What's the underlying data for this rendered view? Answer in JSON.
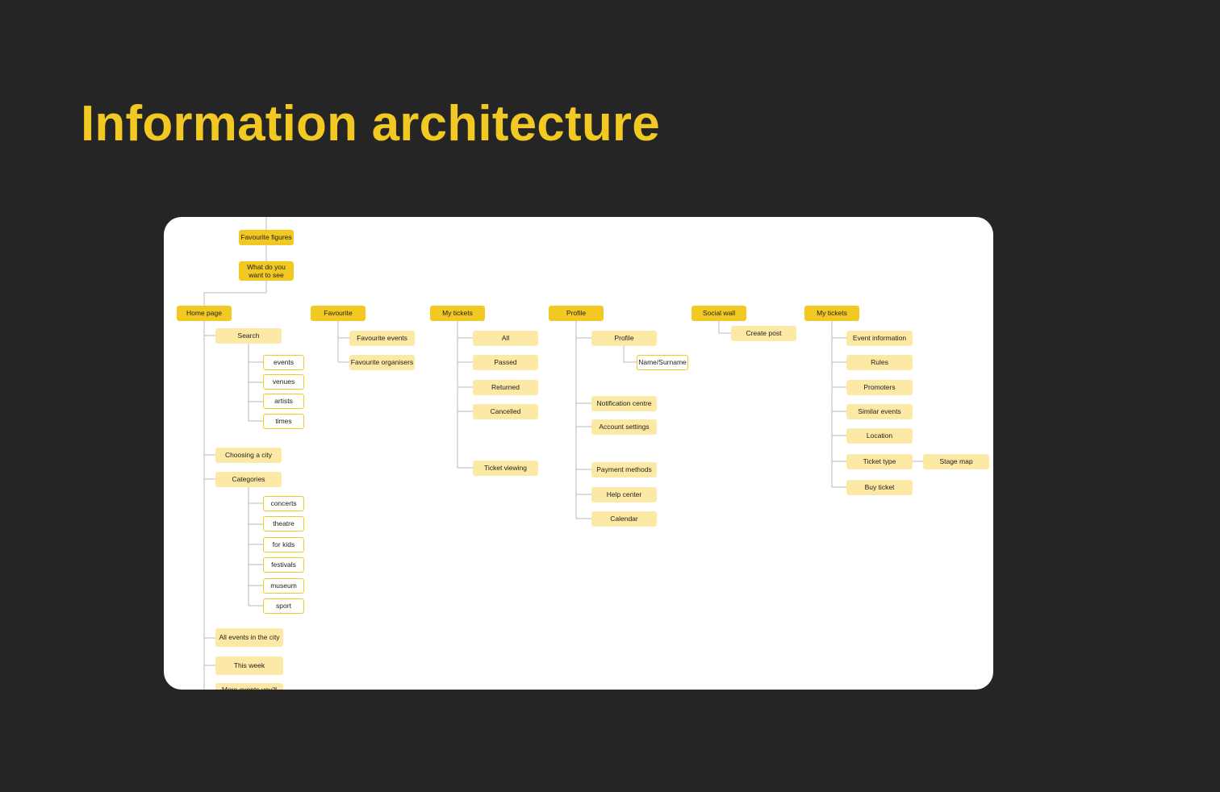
{
  "page": {
    "title": "Information architecture"
  },
  "diagram": {
    "onboarding": {
      "favourite_figures": "Favourite figures",
      "what_do_you_want": "What do you want to see"
    },
    "home": {
      "label": "Home page",
      "search": "Search",
      "search_items": [
        "events",
        "venues",
        "artists",
        "times"
      ],
      "choosing_city": "Choosing a city",
      "categories": "Categories",
      "category_items": [
        "concerts",
        "theatre",
        "for kids",
        "festivals",
        "museum",
        "sport"
      ],
      "all_events": "All events in the city",
      "this_week": "This week",
      "more_events": "More events you'll"
    },
    "favourite": {
      "label": "Favourite",
      "items": [
        "Favourite events",
        "Favourite organisers"
      ]
    },
    "my_tickets": {
      "label": "My tickets",
      "items": [
        "All",
        "Passed",
        "Returned",
        "Cancelled"
      ],
      "ticket_viewing": "Ticket viewing"
    },
    "profile": {
      "label": "Profile",
      "profile": "Profile",
      "name_surname": "Name/Surname",
      "items_a": [
        "Notification centre",
        "Account settings"
      ],
      "items_b": [
        "Payment methods",
        "Help center",
        "Calendar"
      ]
    },
    "social_wall": {
      "label": "Social wall",
      "create_post": "Create post"
    },
    "my_tickets_2": {
      "label": "My tickets",
      "items": [
        "Event information",
        "Rules",
        "Promoters",
        "Similar events",
        "Location"
      ],
      "ticket_type": "Ticket type",
      "stage_map": "Stage map",
      "buy_ticket": "Buy ticket"
    }
  },
  "colors": {
    "background": "#252525",
    "accent": "#F2C922",
    "node_secondary": "#FCE9A6",
    "connector": "#B8B8B8"
  }
}
